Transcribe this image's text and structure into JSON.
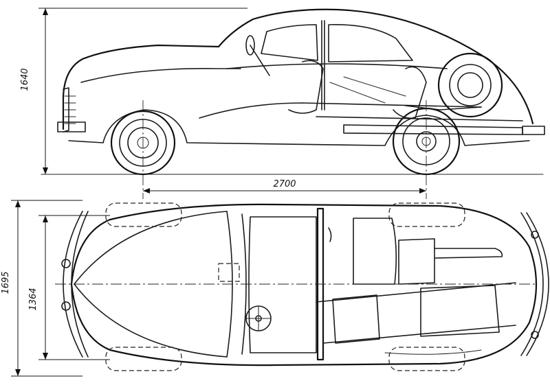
{
  "dimensions": {
    "height": "1640",
    "wheelbase": "2700",
    "width_overall": "1695",
    "track": "1364"
  },
  "colors": {
    "ink": "#1a1a1a",
    "paper": "#ffffff"
  }
}
